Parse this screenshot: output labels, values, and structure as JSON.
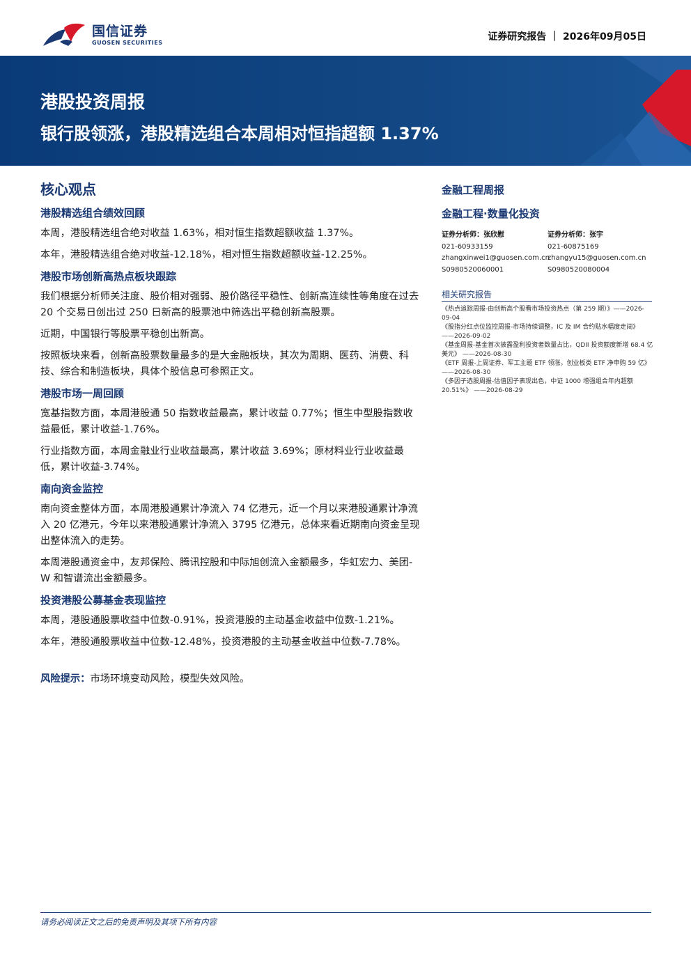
{
  "header": {
    "logo_cn": "国信证券",
    "logo_en": "GUOSEN SECURITIES",
    "doc_type": "证券研究报告 ｜ 2026年09月05日"
  },
  "banner": {
    "title": "港股投资周报",
    "subtitle": "银行股领涨，港股精选组合本周相对恒指超额 1.37%"
  },
  "main": {
    "heading": "核心观点",
    "sections": [
      {
        "title": "港股精选组合绩效回顾",
        "paragraphs": [
          "本周，港股精选组合绝对收益 1.63%，相对恒生指数超额收益 1.37%。",
          "本年，港股精选组合绝对收益-12.18%，相对恒生指数超额收益-12.25%。"
        ]
      },
      {
        "title": "港股市场创新高热点板块跟踪",
        "paragraphs": [
          "我们根据分析师关注度、股价相对强弱、股价路径平稳性、创新高连续性等角度在过去 20 个交易日创出过 250 日新高的股票池中筛选出平稳创新高股票。",
          "近期，中国银行等股票平稳创出新高。",
          "按照板块来看，创新高股票数量最多的是大金融板块，其次为周期、医药、消费、科技、综合和制造板块，具体个股信息可参照正文。"
        ]
      },
      {
        "title": "港股市场一周回顾",
        "paragraphs": [
          "宽基指数方面，本周港股通 50 指数收益最高，累计收益 0.77%；恒生中型股指数收益最低，累计收益-1.76%。",
          "行业指数方面，本周金融业行业收益最高，累计收益 3.69%；原材料业行业收益最低，累计收益-3.74%。"
        ]
      },
      {
        "title": "南向资金监控",
        "paragraphs": [
          "南向资金整体方面，本周港股通累计净流入 74 亿港元，近一个月以来港股通累计净流入 20 亿港元，今年以来港股通累计净流入 3795 亿港元，总体来看近期南向资金呈现出整体流入的走势。",
          "本周港股通资金中，友邦保险、腾讯控股和中际旭创流入金额最多，华虹宏力、美团-W 和智谱流出金额最多。"
        ]
      },
      {
        "title": "投资港股公募基金表现监控",
        "paragraphs": [
          "本周，港股通股票收益中位数-0.91%，投资港股的主动基金收益中位数-1.21%。",
          "本年，港股通股票收益中位数-12.48%，投资港股的主动基金收益中位数-7.78%。"
        ]
      }
    ],
    "risk_label": "风险提示：",
    "risk_text": "市场环境变动风险，模型失效风险。"
  },
  "sidebar": {
    "category": "金融工程周报",
    "subcategory": "金融工程·数量化投资",
    "analysts": [
      {
        "label": "证券分析师：张欣慰",
        "phone": "021-60933159",
        "email": "zhangxinwei1@guosen.com.cn",
        "license": "S0980520060001"
      },
      {
        "label": "证券分析师：张宇",
        "phone": "021-60875169",
        "email": "zhangyu15@guosen.com.cn",
        "license": "S0980520080004"
      }
    ],
    "related_heading": "相关研究报告",
    "related": [
      "《热点追踪周报-由创新高个股看市场投资热点（第 259 期）》——2026-09-04",
      "《股指分红点位监控周报-市场持续调整，IC 及 IM 合约贴水幅度走阔》 ——2026-09-02",
      "《基金周报-基金首次披露盈利投资者数量占比，QDII 投资额度新增 68.4 亿美元》 ——2026-08-30",
      "《ETF 周报-上周证券、军工主题 ETF 领涨，创业板类 ETF 净申购 59 亿》 ——2026-08-30",
      "《多因子选股周报-估值因子表现出色，中证 1000 增强组合年内超额 20.51%》 ——2026-08-29"
    ]
  },
  "footer": {
    "disclaimer": "请务必阅读正文之后的免责声明及其项下所有内容"
  },
  "colors": {
    "brand_navy": "#1b3a73",
    "banner_blue": "#0a3b78",
    "accent_red": "#d7182a"
  }
}
